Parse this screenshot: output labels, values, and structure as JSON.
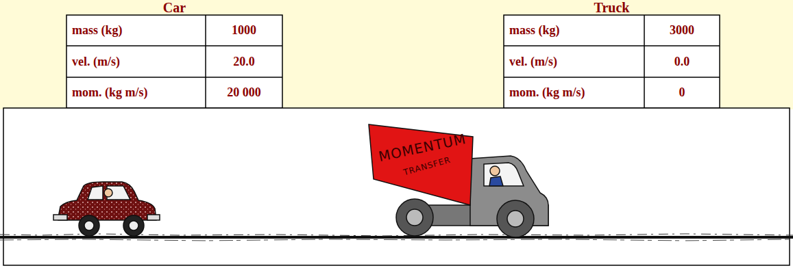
{
  "diagram": {
    "labels": [
      "Car",
      "mass (kg)",
      "1000",
      "vel. (m/s)",
      "20.0",
      "mom. (kg m/s)",
      "20 000",
      "Truck",
      "mass (kg)",
      "3000",
      "vel. (m/s)",
      "0.0",
      "mom. (kg m/s)",
      "0",
      "MOMENTUM",
      "TRANSFER"
    ]
  }
}
